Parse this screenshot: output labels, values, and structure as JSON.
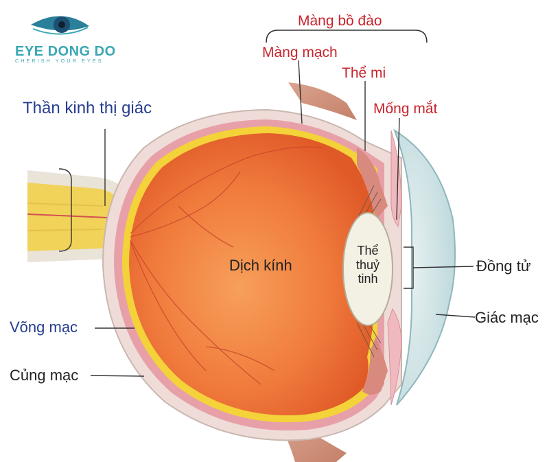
{
  "logo": {
    "name": "EYE DONG DO",
    "tagline": "CHERISH YOUR EYES"
  },
  "labels": {
    "mang_bo_dao": "Màng bồ đào",
    "mang_mach": "Màng mạch",
    "the_mi": "Thể mi",
    "mong_mat": "Mống mắt",
    "than_kinh": "Thần kinh thị giác",
    "dich_kinh": "Dịch kính",
    "the_thuy_tinh_1": "Thể",
    "the_thuy_tinh_2": "thuỷ",
    "the_thuy_tinh_3": "tinh",
    "dong_tu": "Đồng tử",
    "giac_mac": "Giác mạc",
    "vong_mac": "Võng mạc",
    "cung_mac": "Củng mạc"
  },
  "colors": {
    "label_red": "#c8232c",
    "label_blue": "#263d8f",
    "vitreous": "#f07a3c",
    "retina": "#f4d23a",
    "choroid": "#e8a0a8",
    "sclera": "#efdcd8",
    "cornea": "#cfe3e6",
    "lens": "#f3f0e4",
    "logo": "#3aa7b4"
  }
}
